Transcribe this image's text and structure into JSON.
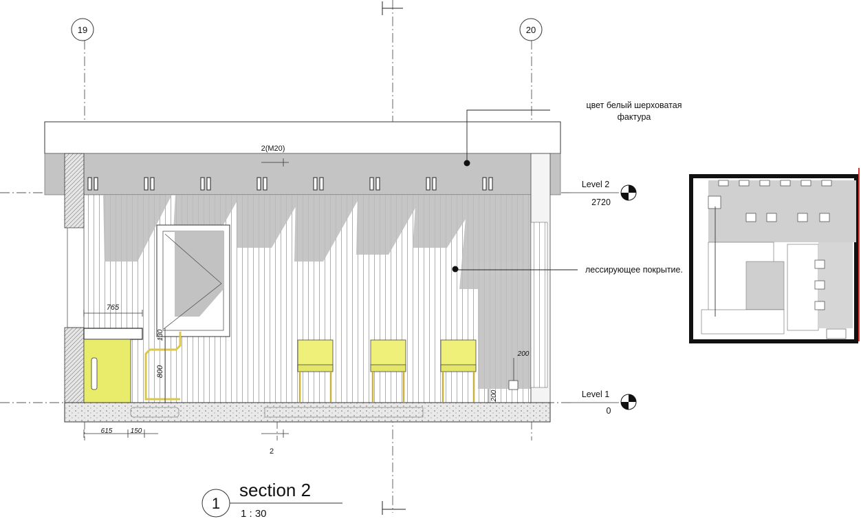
{
  "grid": {
    "left": "19",
    "right": "20"
  },
  "labels": {
    "section_top": "2(M20)",
    "section_bottom": "2",
    "note_top_line1": "цвет белый шерховатая",
    "note_top_line2": "фактура",
    "note_mid": "лессирующее покрытие."
  },
  "levels": {
    "level2_name": "Level 2",
    "level2_elev": "2720",
    "level1_name": "Level 1",
    "level1_elev": "0"
  },
  "dimensions": {
    "d765": "765",
    "d130": "130",
    "d800": "800",
    "d200a": "200",
    "d200b": "200",
    "d615": "615",
    "d150": "150"
  },
  "title": {
    "number": "1",
    "name": "section 2",
    "scale": "1 : 30"
  },
  "colors": {
    "accent": "#e8ec6a",
    "panel": "#c8c8c8",
    "shadow": "#bdbdbd",
    "line": "#222222",
    "redline": "#e0312b"
  }
}
